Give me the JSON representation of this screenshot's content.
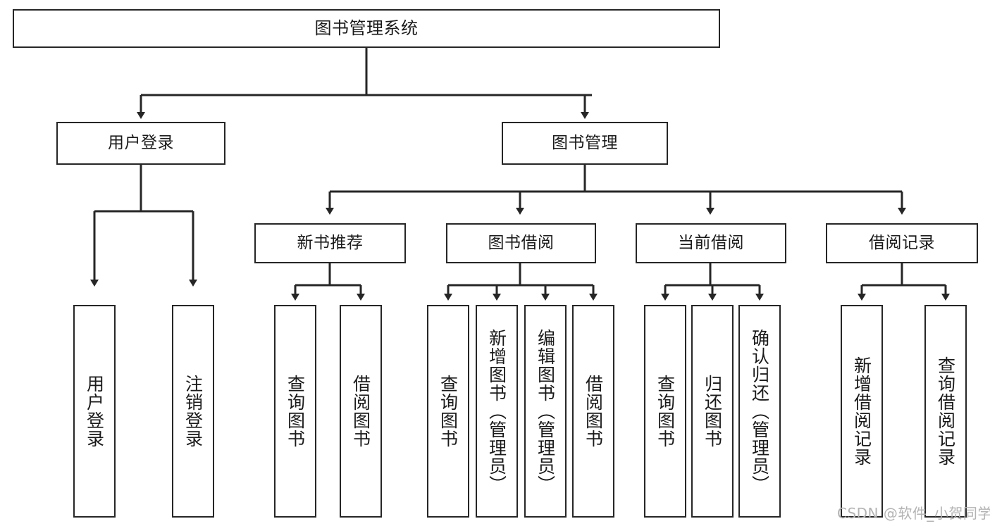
{
  "diagram": {
    "title": "图书管理系统",
    "type": "tree-hierarchy",
    "colors": {
      "stroke": "#262626",
      "fill": "#ffffff",
      "text": "#1a1a1a",
      "watermark": "#b3b3b3"
    },
    "root": {
      "label": "图书管理系统"
    },
    "level2": [
      {
        "label": "用户登录"
      },
      {
        "label": "图书管理"
      }
    ],
    "level3": [
      {
        "label": "新书推荐"
      },
      {
        "label": "图书借阅"
      },
      {
        "label": "当前借阅"
      },
      {
        "label": "借阅记录"
      }
    ],
    "leaves": {
      "user_login": [
        {
          "label": "用户登录"
        },
        {
          "label": "注销登录"
        }
      ],
      "new_book_recommend": [
        {
          "label": "查询图书"
        },
        {
          "label": "借阅图书"
        }
      ],
      "book_borrow": [
        {
          "label": "查询图书"
        },
        {
          "label": "新增图书（管理员）"
        },
        {
          "label": "编辑图书（管理员）"
        },
        {
          "label": "借阅图书"
        }
      ],
      "current_borrow": [
        {
          "label": "查询图书"
        },
        {
          "label": "归还图书"
        },
        {
          "label": "确认归还（管理员）"
        }
      ],
      "borrow_record": [
        {
          "label": "新增借阅记录"
        },
        {
          "label": "查询借阅记录"
        }
      ]
    }
  },
  "watermark": {
    "text": "CSDN @软件_小贺同学"
  }
}
